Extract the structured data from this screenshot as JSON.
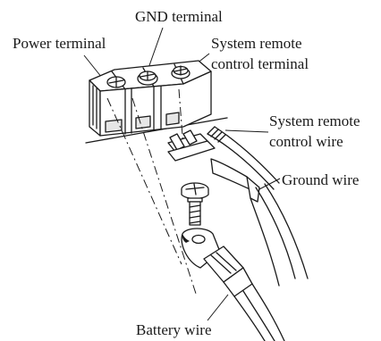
{
  "labels": {
    "gnd_terminal": "GND terminal",
    "power_terminal": "Power terminal",
    "system_remote_control_terminal_line1": "System remote",
    "system_remote_control_terminal_line2": "control terminal",
    "system_remote_control_wire_line1": "System remote",
    "system_remote_control_wire_line2": "control wire",
    "ground_wire": "Ground wire",
    "battery_wire": "Battery wire"
  },
  "colors": {
    "ink": "#1a1a1a",
    "background": "#ffffff",
    "panel_shade": "#e6e6e6"
  }
}
